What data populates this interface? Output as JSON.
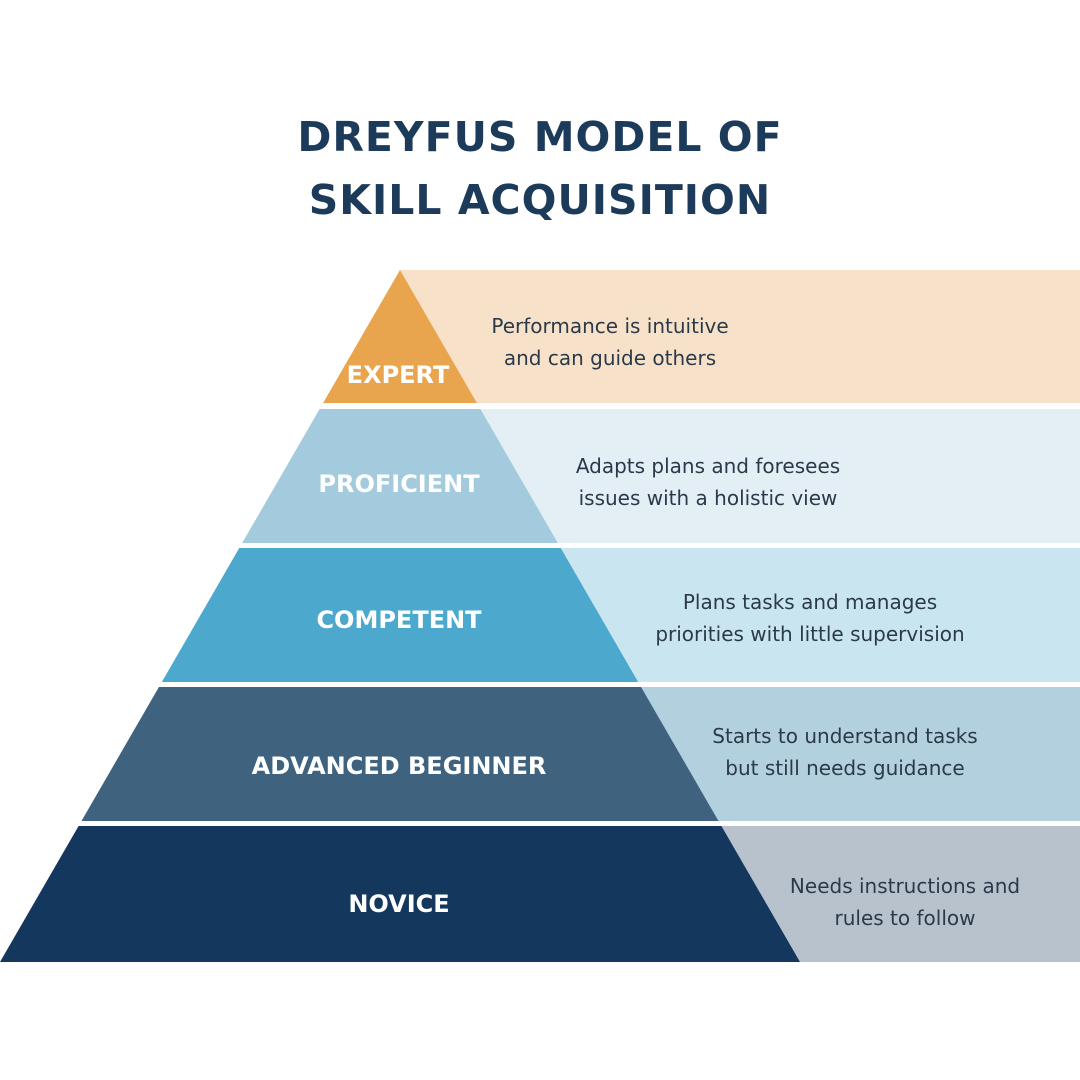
{
  "title": {
    "line1": "DREYFUS MODEL OF",
    "line2": "SKILL ACQUISITION"
  },
  "levels": [
    {
      "label": "EXPERT",
      "desc_line1": "Performance is intuitive",
      "desc_line2": "and can guide others",
      "color": "#E9A54E",
      "panel_color": "#F7E2C9"
    },
    {
      "label": "PROFICIENT",
      "desc_line1": "Adapts plans and foresees",
      "desc_line2": "issues with a holistic view",
      "color": "#A3CBDD",
      "panel_color": "#E3EEF5"
    },
    {
      "label": "COMPETENT",
      "desc_line1": "Plans tasks and manages",
      "desc_line2": "priorities with little supervision",
      "color": "#4CA8CD",
      "panel_color": "#C9E5F0"
    },
    {
      "label": "ADVANCED BEGINNER",
      "desc_line1": "Starts to understand tasks",
      "desc_line2": "but still needs guidance",
      "color": "#3F627F",
      "panel_color": "#B2D0DE"
    },
    {
      "label": "NOVICE",
      "desc_line1": "Needs instructions and",
      "desc_line2": "rules to follow",
      "color": "#14375D",
      "panel_color": "#B8C2CD"
    }
  ]
}
